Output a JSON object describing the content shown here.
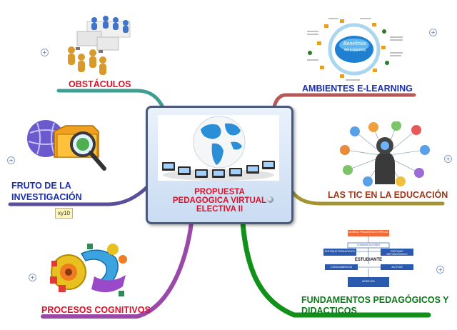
{
  "central": {
    "title_lines": [
      "PROPUESTA",
      "PEDAGOGICA VIRTUAL",
      "ELECTIVA II"
    ]
  },
  "topics": {
    "obstaculos": "OBSTÁCULOS",
    "ambientes": "AMBIENTES E-LEARNING",
    "fruto_line1": "FRUTO DE LA",
    "fruto_line2": "INVESTIGACIÓN",
    "tic": "LAS TIC EN LA EDUCACIÓN",
    "procesos": "PROCESOS COGNITIVOS",
    "fundamentos_line1": "FUNDAMENTOS PEDAGÓGICOS Y",
    "fundamentos_line2": "DIDACTICOS"
  },
  "badge": "xy10",
  "elearning_image": {
    "center_line1": "Beneficios",
    "center_line2": "del e-learning"
  },
  "fundamentos_image": {
    "top_box": "MODELO PEDAGOGICO VIRTUAL",
    "row1": "COMUNICACIONES",
    "left_box": "ENFOQUE PEDAGOGICO",
    "right_box": "ENFOQUE METODOLOGICO",
    "center": "ESTUDIANTE",
    "row3_left": "CONOCIMIENTOS",
    "row3_right": "ACTIVOS",
    "bottom_box": "MODELOS"
  },
  "colors": {
    "obstaculos_branch": "#3e9e92",
    "ambientes_branch": "#b55a57",
    "fruto_branch": "#5a4f9c",
    "tic_branch": "#a39433",
    "procesos_branch": "#9a49a8",
    "fundamentos_branch": "#11901a"
  }
}
